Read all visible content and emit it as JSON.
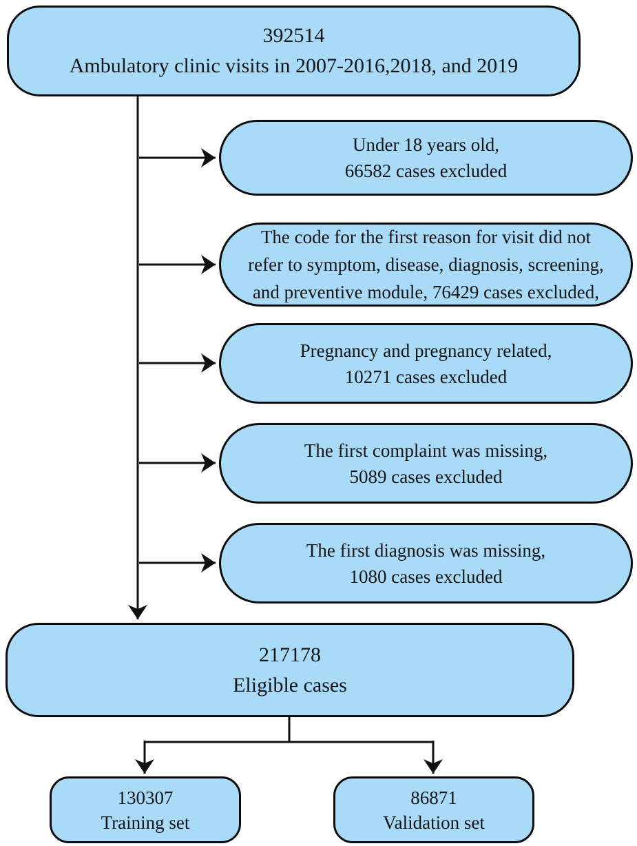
{
  "colors": {
    "node_fill": "#a9daf7",
    "node_border": "#0c0c0c",
    "line": "#111111",
    "background": "#ffffff"
  },
  "nodes": {
    "source": {
      "count": "392514",
      "label": "Ambulatory clinic visits in 2007-2016,2018, and 2019"
    },
    "exclusions": [
      {
        "line1": "Under 18 years old,",
        "line2": "66582 cases excluded"
      },
      {
        "line1": "The code for the first reason for visit did not",
        "line2": "refer to symptom, disease, diagnosis, screening,",
        "line3": "and preventive module, 76429 cases excluded,"
      },
      {
        "line1": "Pregnancy and pregnancy related,",
        "line2": "10271 cases excluded"
      },
      {
        "line1": "The first  complaint was missing,",
        "line2": "5089 cases excluded"
      },
      {
        "line1": "The first  diagnosis was  missing,",
        "line2": "1080 cases excluded"
      }
    ],
    "eligible": {
      "count": "217178",
      "label": "Eligible cases"
    },
    "training": {
      "count": "130307",
      "label": "Training set"
    },
    "validation": {
      "count": "86871",
      "label": "Validation set"
    }
  }
}
